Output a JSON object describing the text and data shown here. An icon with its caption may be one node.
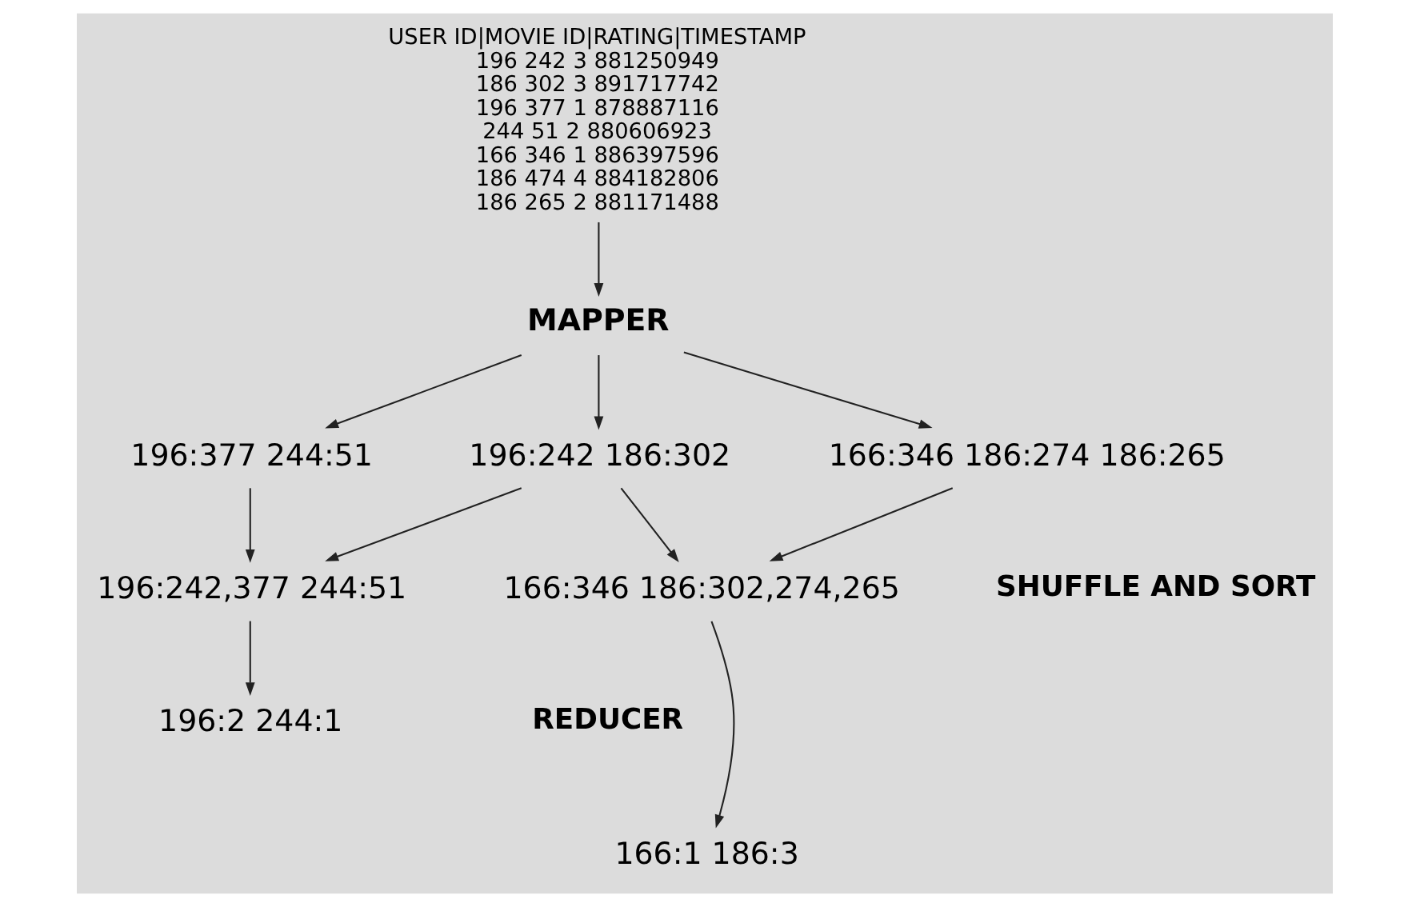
{
  "diagram": {
    "nodes": [
      {
        "text": [
          "USER ID|MOVIE ID|RATING|TIMESTAMP",
          "196 242 3 881250949",
          "186 302 3 891717742",
          "196 377 1 878887116",
          "244 51 2 880606923",
          "166 346 1 886397596",
          "186 474 4 884182806",
          "186 265 2 881171488"
        ]
      },
      {
        "text": [
          "MAPPER"
        ]
      },
      {
        "text": [
          "196:242 186:302"
        ]
      },
      {
        "text": [
          "196:377 244:51"
        ]
      },
      {
        "text": [
          "166:346 186:274 186:265"
        ]
      },
      {
        "text": [
          "166:346 186:302,274,265"
        ]
      },
      {
        "text": [
          "196:242,377 244:51"
        ]
      },
      {
        "text": [
          "166:1 186:3"
        ]
      },
      {
        "text": [
          "196:2 244:1"
        ]
      }
    ],
    "edges": [
      {
        "from": 0,
        "to": 1,
        "arrow": "to"
      },
      {
        "from": 1,
        "to": 2,
        "arrow": "to"
      },
      {
        "from": 1,
        "to": 3,
        "arrow": "to"
      },
      {
        "from": 1,
        "to": 4,
        "arrow": "to"
      },
      {
        "from": 2,
        "to": 5,
        "arrow": "to"
      },
      {
        "from": 2,
        "to": 6,
        "arrow": "to"
      },
      {
        "from": 3,
        "to": 6,
        "arrow": "to"
      },
      {
        "from": 4,
        "to": 5,
        "arrow": "to"
      },
      {
        "from": 5,
        "to": 7,
        "arrow": "to"
      },
      {
        "from": 6,
        "to": 8,
        "arrow": "to"
      }
    ],
    "labels": [
      "SHUFFLE AND SORT",
      "REDUCER"
    ]
  }
}
